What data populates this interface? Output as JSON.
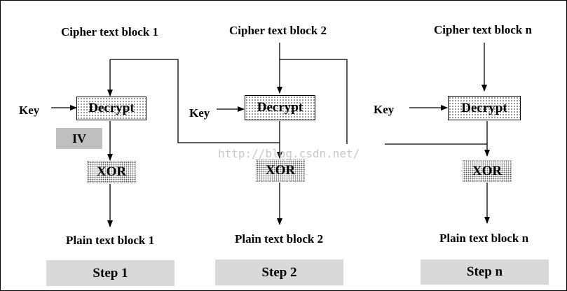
{
  "steps": [
    {
      "input": "Cipher text block 1",
      "key": "Key",
      "decrypt": "Decrypt",
      "iv": "IV",
      "xor": "XOR",
      "output": "Plain text block 1",
      "step": "Step 1"
    },
    {
      "input": "Cipher text block 2",
      "key": "Key",
      "decrypt": "Decrypt",
      "xor": "XOR",
      "output": "Plain text block 2",
      "step": "Step 2"
    },
    {
      "input": "Cipher text block n",
      "key": "Key",
      "decrypt": "Decrypt",
      "xor": "XOR",
      "output": "Plain text block n",
      "step": "Step n"
    }
  ],
  "watermark": "http://blog.csdn.net/"
}
